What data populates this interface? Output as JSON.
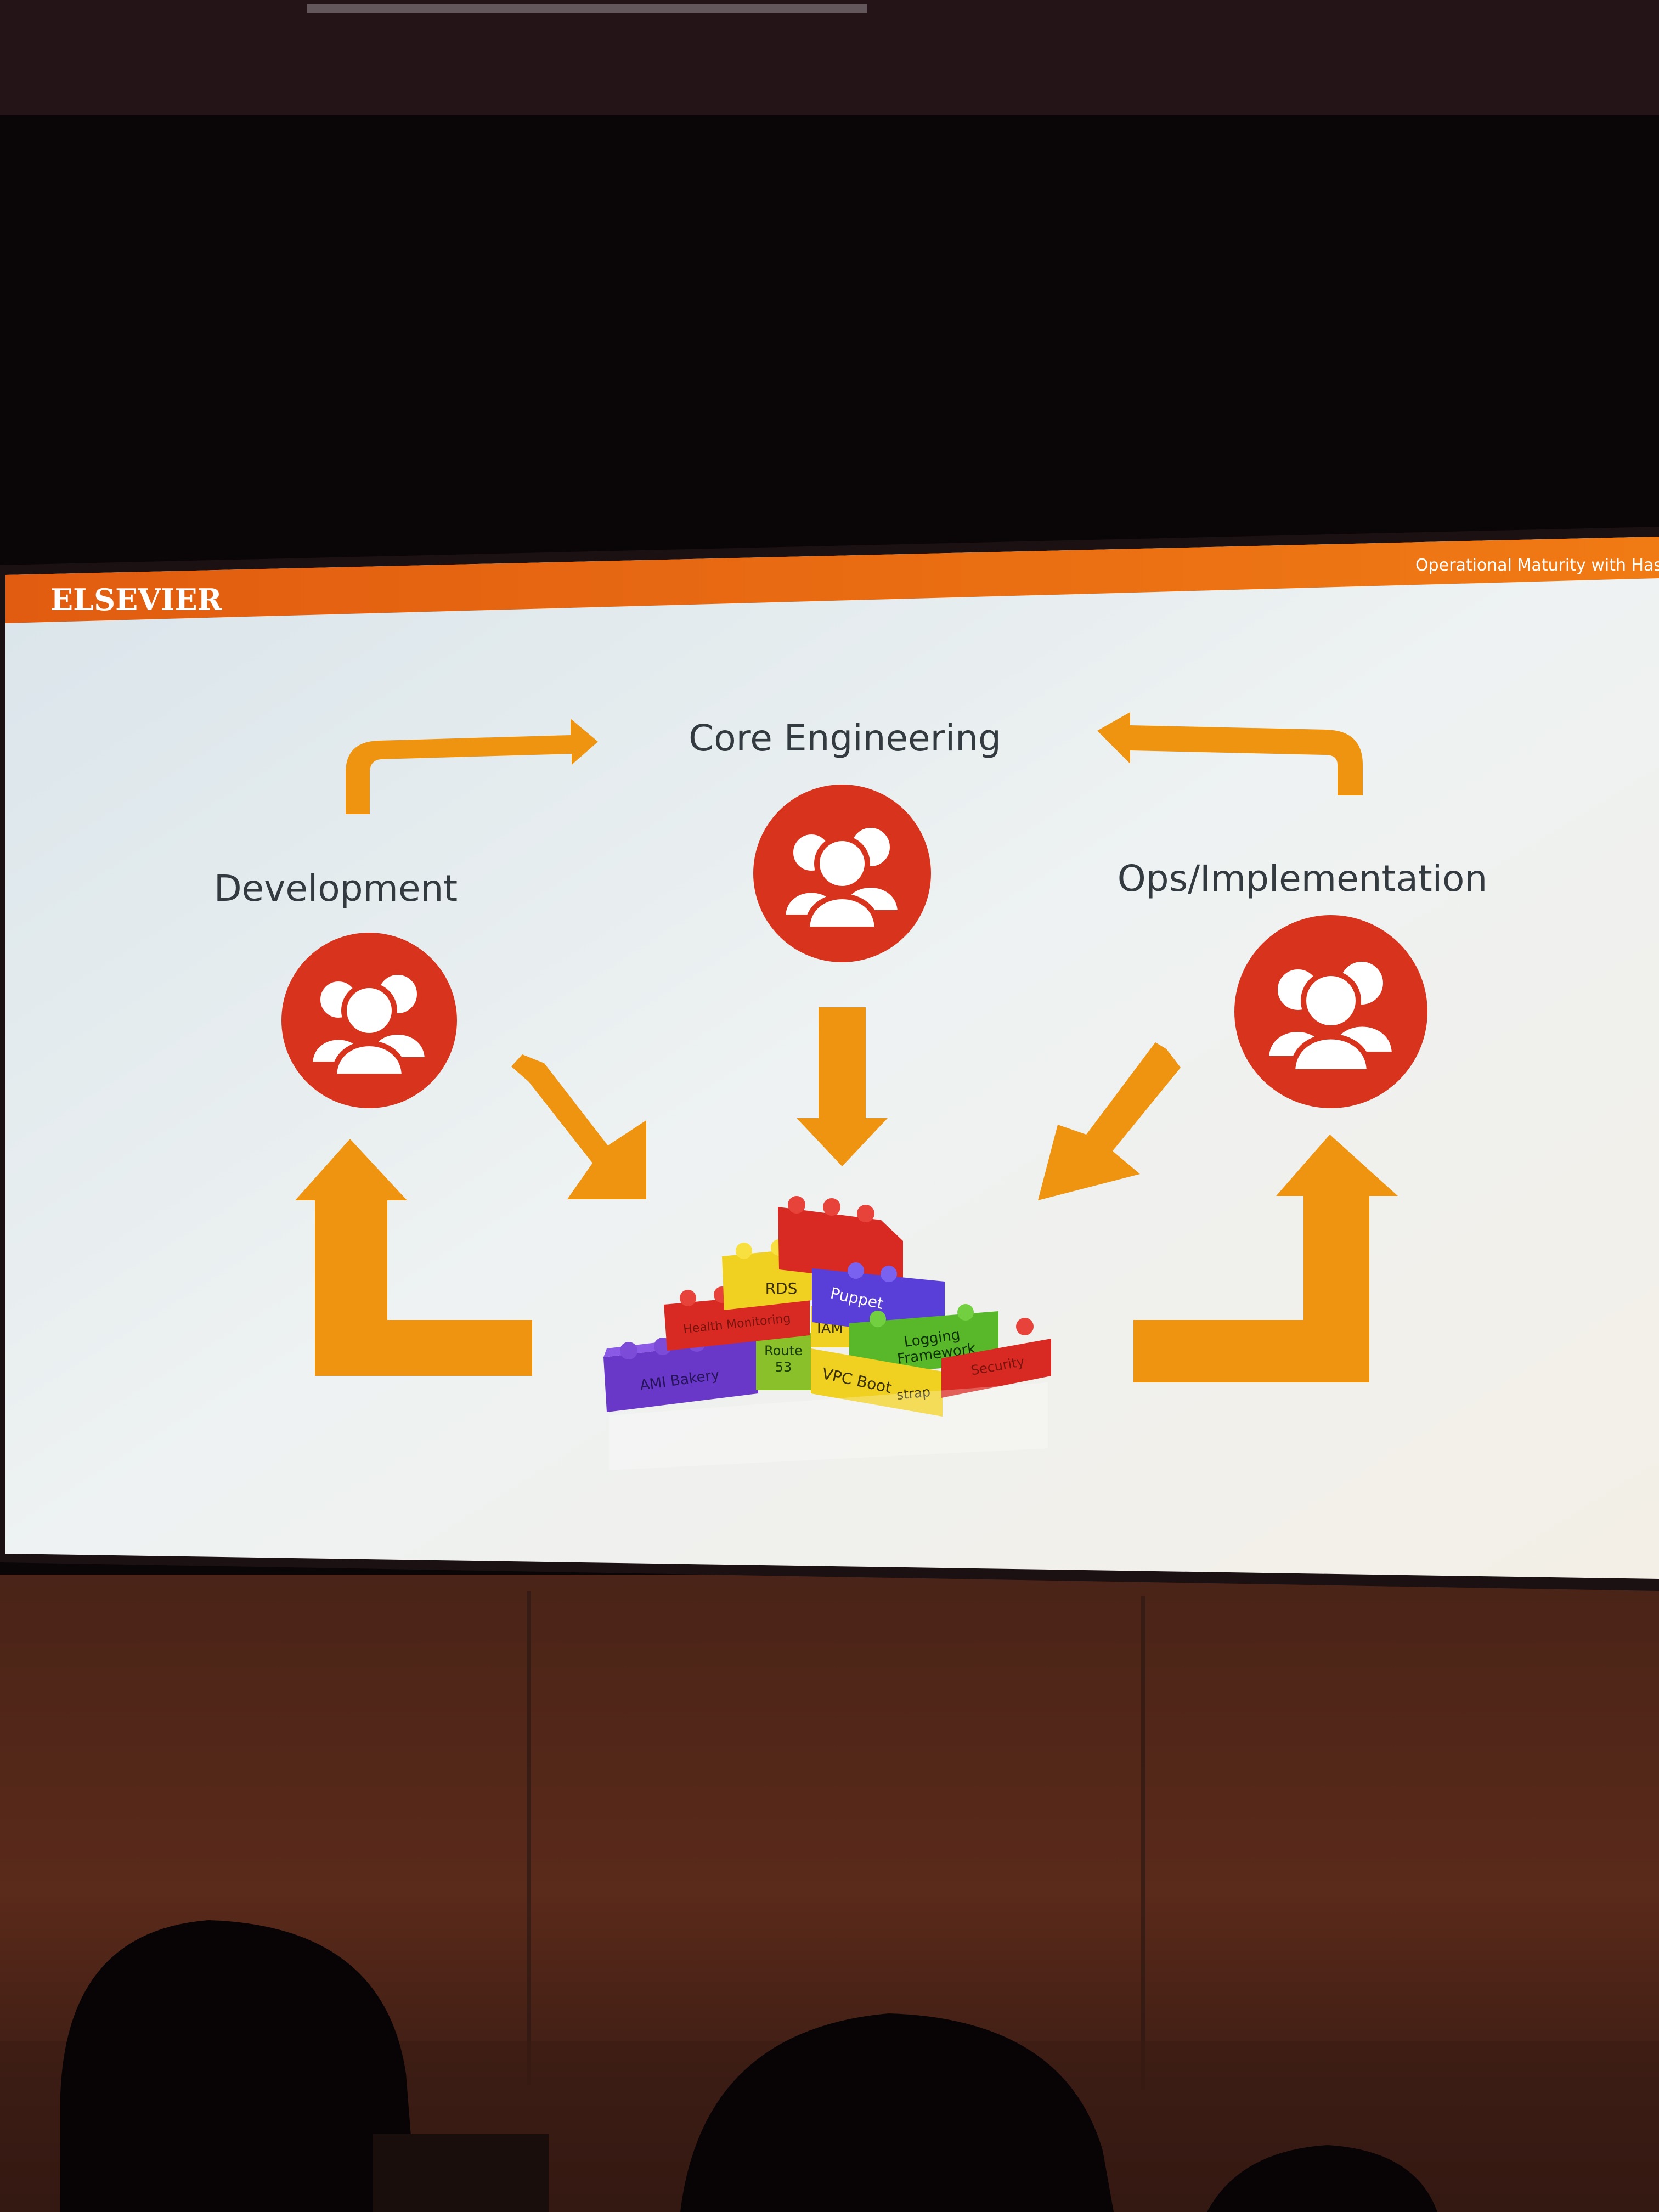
{
  "slide": {
    "brand": "ELSEVIER",
    "header_title": "Operational Maturity with Has",
    "colors": {
      "banner": "#e86a12",
      "accent_red": "#d8331d",
      "arrow_orange": "#ef9410",
      "slide_bg": "#e8eef0"
    }
  },
  "diagram": {
    "teams": {
      "development": {
        "label": "Development",
        "icon": "people-group-icon"
      },
      "core_engineering": {
        "label": "Core Engineering",
        "icon": "people-group-icon"
      },
      "ops_implementation": {
        "label": "Ops/Implementation",
        "icon": "people-group-icon"
      }
    },
    "blocks": {
      "rds": "RDS",
      "puppet": "Puppet",
      "iam": "IAM",
      "logging": [
        "Logging",
        "Framework"
      ],
      "health": "Health Monitoring",
      "route": [
        "Route",
        "53"
      ],
      "vpc": "VPC Boot",
      "strap": "strap",
      "ami": "AMI Bakery",
      "security": "Security"
    }
  }
}
